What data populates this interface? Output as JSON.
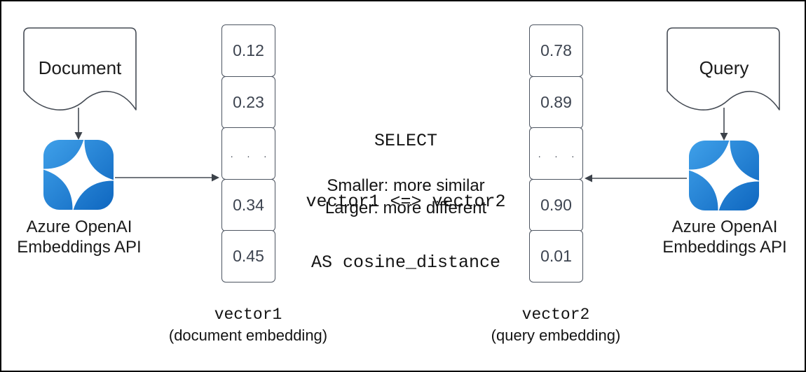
{
  "left_flow": {
    "document_label": "Document",
    "api_label_line1": "Azure OpenAI",
    "api_label_line2": "Embeddings API",
    "vector": {
      "cells": [
        "0.12",
        "0.23",
        ". . .",
        "0.34",
        "0.45"
      ],
      "name": "vector1",
      "caption": "(document embedding)"
    }
  },
  "right_flow": {
    "document_label": "Query",
    "api_label_line1": "Azure OpenAI",
    "api_label_line2": "Embeddings API",
    "vector": {
      "cells": [
        "0.78",
        "0.89",
        ". . .",
        "0.90",
        "0.01"
      ],
      "name": "vector2",
      "caption": "(query embedding)"
    }
  },
  "center": {
    "sql_line1": "SELECT",
    "sql_line2": "vector1 <=> vector2",
    "sql_line3": "AS cosine_distance",
    "note_line1": "Smaller: more similar",
    "note_line2": "Larger: more different"
  },
  "icons": {
    "azure_openai": "white-sparkle-star-in-blue-rounded-square"
  },
  "colors": {
    "icon_blue_light": "#389AE8",
    "icon_blue_dark": "#1066BE",
    "line_stroke": "#454B54",
    "cell_text": "#3D4450",
    "text": "#141414",
    "frame": "#000000"
  }
}
